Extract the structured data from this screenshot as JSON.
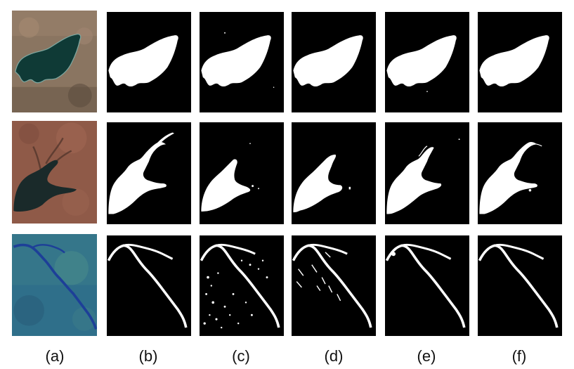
{
  "figure": {
    "column_labels": [
      "(a)",
      "(b)",
      "(c)",
      "(d)",
      "(e)",
      "(f)"
    ],
    "rows": [
      {
        "subject": "lake",
        "satellite_tone": "brown-terrain",
        "water_color": "#0f3a36"
      },
      {
        "subject": "reservoir",
        "satellite_tone": "red-brown-terrain",
        "water_color": "#1a2a2a"
      },
      {
        "subject": "river",
        "satellite_tone": "blue-green-terrain",
        "water_color": "#1d3f98"
      }
    ],
    "colors": {
      "mask_background": "#000000",
      "mask_foreground": "#ffffff"
    }
  }
}
